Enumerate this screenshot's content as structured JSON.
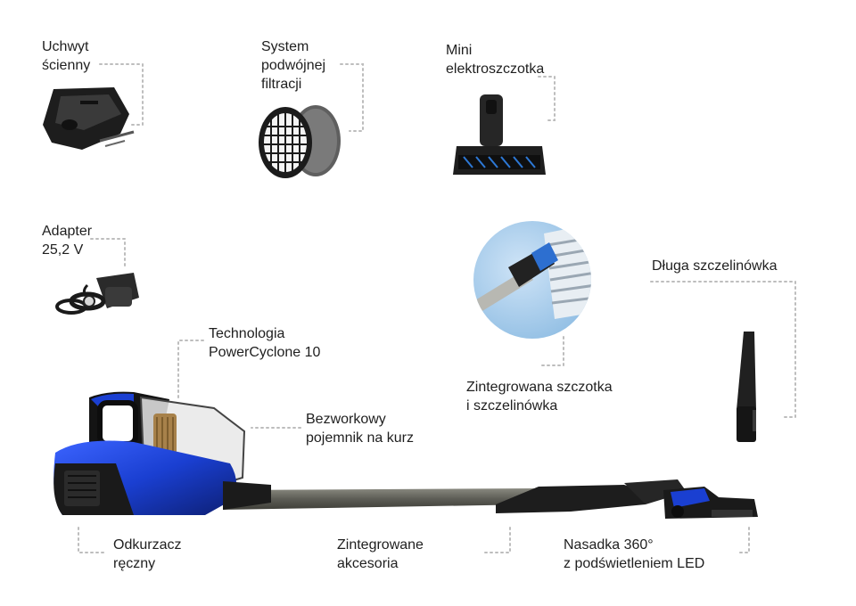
{
  "labels": {
    "wall_mount": [
      "Uchwyt",
      "ścienny"
    ],
    "dual_filter": [
      "System",
      "podwójnej",
      "filtracji"
    ],
    "mini_brush": [
      "Mini",
      "elektroszczotka"
    ],
    "adapter": [
      "Adapter",
      "25,2 V"
    ],
    "crevice_long": [
      "Długa szczelinówka"
    ],
    "powercyclone": [
      "Technologia",
      "PowerCyclone 10"
    ],
    "bagless": [
      "Bezworkowy",
      "pojemnik na kurz"
    ],
    "integrated_brush": [
      "Zintegrowana szczotka",
      "i szczelinówka"
    ],
    "handheld": [
      "Odkurzacz",
      "ręczny"
    ],
    "accessories": [
      "Zintegrowane",
      "akcesoria"
    ],
    "nozzle": [
      "Nasadka 360°",
      "z podświetleniem LED"
    ]
  },
  "colors": {
    "accent_blue": "#1a3fd1",
    "dark_body": "#2b2b2b",
    "connector": "#bdbdbd"
  }
}
